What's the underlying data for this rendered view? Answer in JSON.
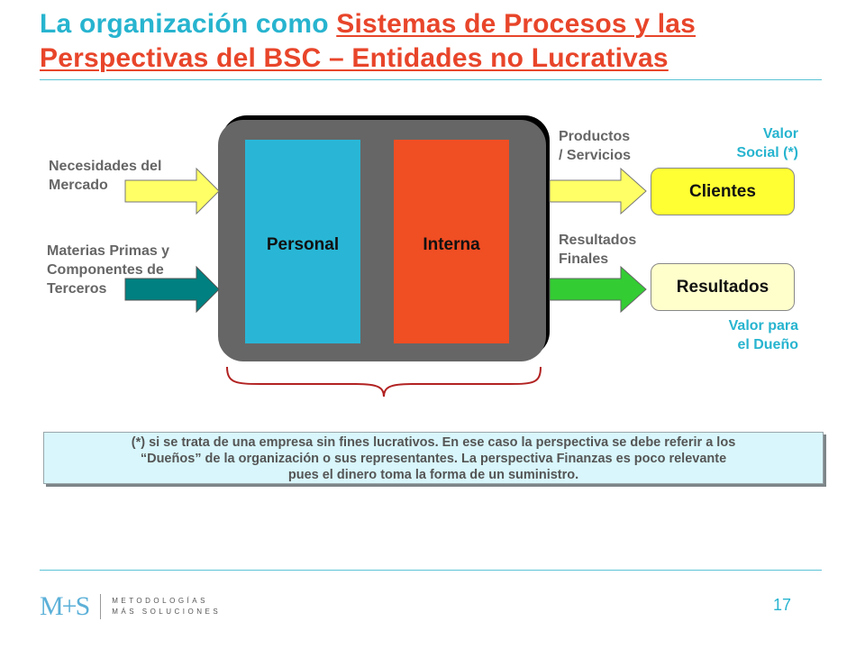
{
  "title": {
    "part1": "La organización como ",
    "part2": "Sistemas de Procesos y las Perspectivas del BSC – Entidades no Lucrativas"
  },
  "inputs": [
    {
      "label": "Necesidades del Mercado",
      "lines": [
        "Necesidades del",
        "Mercado"
      ],
      "color": "#FFFF66"
    },
    {
      "label": "Materias Primas y Componentes de Terceros",
      "lines": [
        "Materias Primas y",
        "Componentes de",
        "Terceros"
      ],
      "color": "#008080"
    }
  ],
  "process": {
    "blocks": [
      {
        "label": "Personal",
        "color": "#29B6D6"
      },
      {
        "label": "Interna",
        "color": "#F04E23"
      }
    ],
    "frame_color": "#666666"
  },
  "outputs": [
    {
      "flow_label_lines": [
        "Productos",
        "/ Servicios"
      ],
      "box_label": "Clientes",
      "box_color": "#FFFF33",
      "arrow_color": "#FFFF66",
      "value_lines": [
        "Valor",
        "Social (*)"
      ]
    },
    {
      "flow_label_lines": [
        "Resultados",
        "Finales"
      ],
      "box_label": "Resultados",
      "box_color": "#FFFFCC",
      "arrow_color": "#33CC33",
      "value_lines": [
        "Valor para",
        "el Dueño"
      ]
    }
  ],
  "note": {
    "lines": [
      "(*) si se trata de una empresa sin fines lucrativos. En ese caso la perspectiva se debe referir a los",
      "“Dueños” de la organización o sus representantes. La perspectiva Finanzas es poco relevante",
      "pues el dinero toma la forma de un suministro."
    ]
  },
  "footer": {
    "logo_mark": "M+S",
    "logo_line1": "METODOLOGÍAS",
    "logo_line2": "MÁS SOLUCIONES",
    "page_number": "17"
  },
  "colors": {
    "accent": "#27B4CF",
    "highlight": "#E8452A",
    "brace": "#B22222"
  }
}
